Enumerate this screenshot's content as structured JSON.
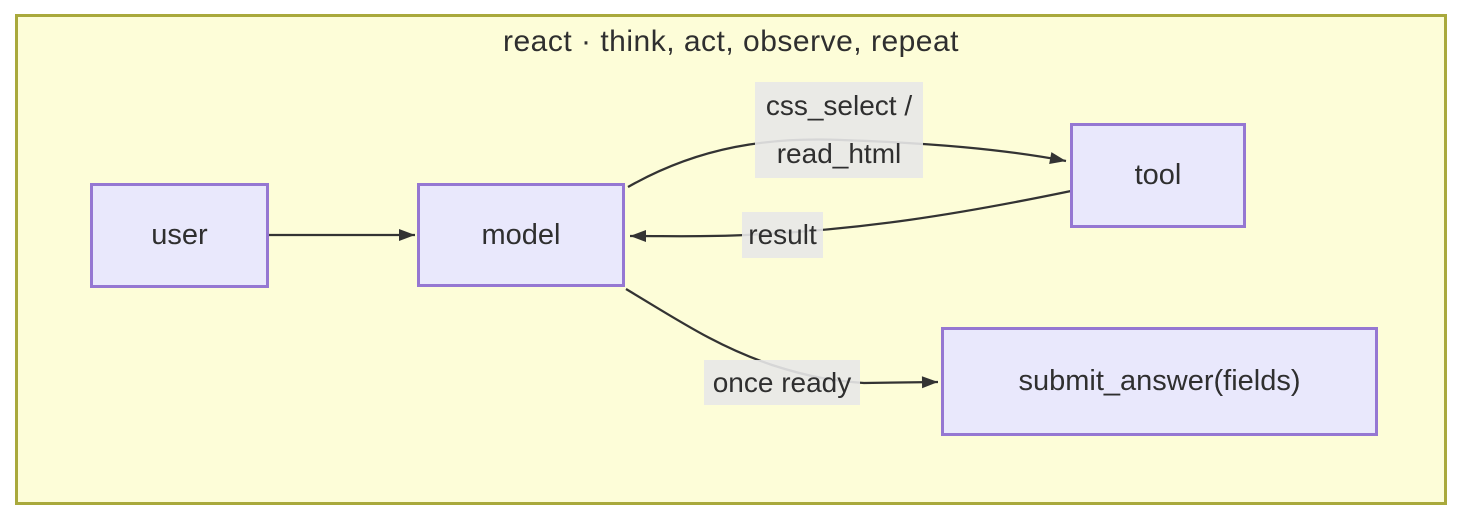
{
  "title": "react · think, act, observe, repeat",
  "nodes": {
    "user": "user",
    "model": "model",
    "tool": "tool",
    "submit": "submit_answer(fields)"
  },
  "edge_labels": {
    "model_tool_line1": "css_select /",
    "model_tool_line2": "read_html",
    "tool_model": "result",
    "model_submit": "once ready"
  },
  "edges": [
    {
      "from": "user",
      "to": "model",
      "label": ""
    },
    {
      "from": "model",
      "to": "tool",
      "label": "css_select / read_html"
    },
    {
      "from": "tool",
      "to": "model",
      "label": "result"
    },
    {
      "from": "model",
      "to": "submit_answer(fields)",
      "label": "once ready"
    }
  ],
  "colors": {
    "canvas_bg": "#fdfdd8",
    "canvas_border": "#a9a93c",
    "node_fill": "#e9e8fc",
    "node_border": "#9577d2",
    "edge": "#333333",
    "edge_label_bg": "#e8e8e8",
    "text": "#2f2f2f"
  }
}
